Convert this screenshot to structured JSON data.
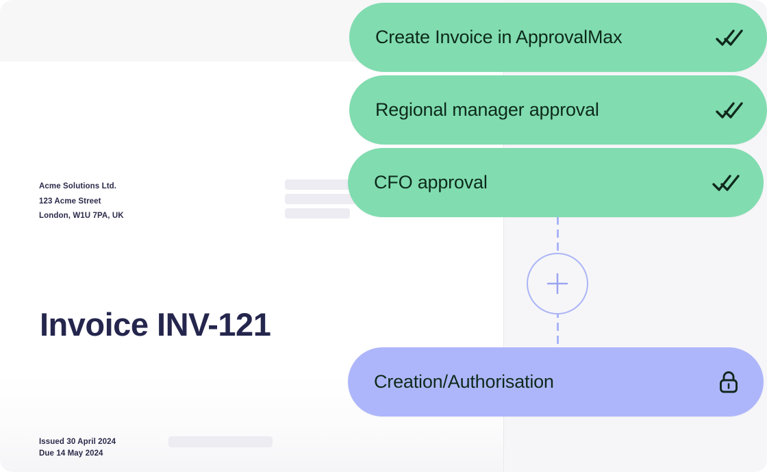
{
  "document": {
    "company": {
      "name": "Acme Solutions Ltd.",
      "street": "123 Acme Street",
      "city": "London, W1U 7PA, UK"
    },
    "title": "Invoice INV-121",
    "issued": "Issued 30 April 2024",
    "due": "Due 14 May 2024"
  },
  "workflow": {
    "add_step_icon": "plus-icon",
    "steps": [
      {
        "label": "Create Invoice in ApprovalMax",
        "status_icon": "double-check-icon",
        "color": "#81dcb0"
      },
      {
        "label": "Regional manager approval",
        "status_icon": "double-check-icon",
        "color": "#81dcb0"
      },
      {
        "label": "CFO approval",
        "status_icon": "double-check-icon",
        "color": "#81dcb0"
      },
      {
        "label": "Creation/Authorisation",
        "status_icon": "lock-icon",
        "color": "#aeb6fb"
      }
    ]
  },
  "colors": {
    "approved": "#81dcb0",
    "locked": "#aeb6fb",
    "title": "#25264d",
    "connector": "#abb4f7"
  }
}
